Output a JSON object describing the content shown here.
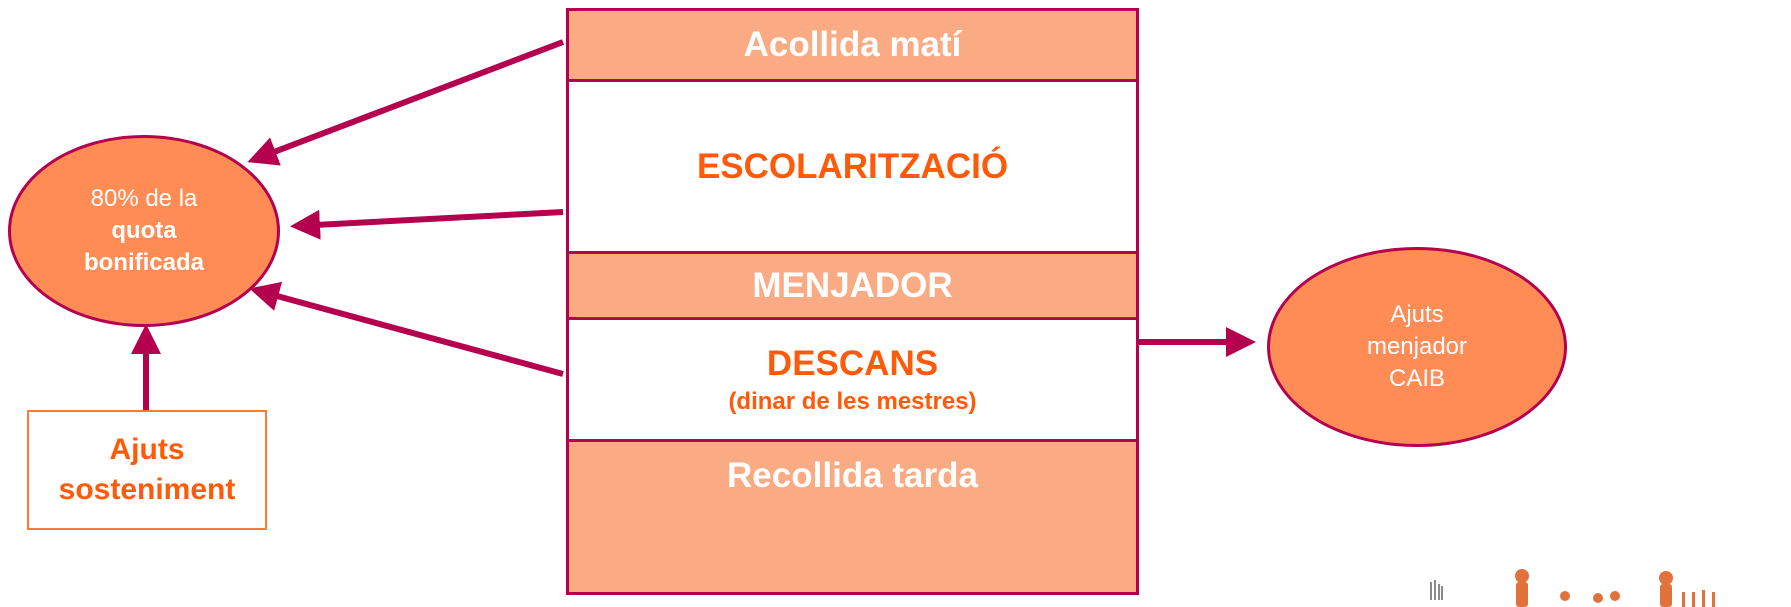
{
  "schedule": {
    "acollida_mati": "Acollida matí",
    "escolaritzacio": "ESCOLARITZACIÓ",
    "menjador": "MENJADOR",
    "descans": "DESCANS",
    "descans_sub": "(dinar de les mestres)",
    "recollida_tarda": "Recollida tarda"
  },
  "quota": {
    "line1": "80% de la",
    "line2": "quota",
    "line3": "bonificada"
  },
  "ajuts_menjador": {
    "line1": "Ajuts",
    "line2": "menjador",
    "line3": "CAIB"
  },
  "ajuts_sosteniment": {
    "line1": "Ajuts",
    "line2": "sosteniment"
  },
  "colors": {
    "arrow": "#b5004f",
    "salmon": "#fbab84",
    "orange": "#ff8c55",
    "text_orange": "#ff5a0a"
  }
}
